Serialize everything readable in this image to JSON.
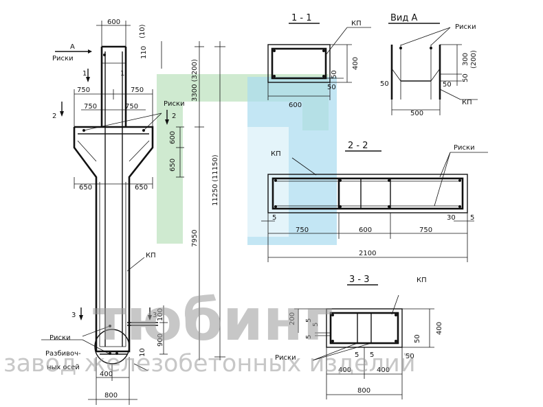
{
  "column": {
    "top_width": "600",
    "view_letter": "А",
    "risks": "Риски",
    "dim_10": "(10)",
    "dim_110": "110",
    "section_1": "1",
    "section_2": "2",
    "section_3": "3",
    "dim_750": "750",
    "dim_650": "650",
    "dim_600": "600",
    "dim_3300": "3300 (3200)",
    "dim_11250": "11250 (11150)",
    "dim_7950": "7950",
    "dim_100": "100",
    "dim_900": "900",
    "dim_10b": "10",
    "dim_400": "400",
    "dim_800": "800",
    "kp": "КП",
    "axis_label_1": "Разбивоч-",
    "axis_label_2": "ных осей"
  },
  "section_1_1": {
    "title": "1 - 1",
    "kp": "КП",
    "dim_400": "400",
    "dim_50": "50",
    "dim_600": "600"
  },
  "view_a": {
    "title": "Вид А",
    "risks": "Риски",
    "dim_300": "300",
    "dim_200": "(200)",
    "dim_50": "50",
    "dim_500": "500",
    "kp": "КП"
  },
  "section_2_2": {
    "title": "2 - 2",
    "kp": "КП",
    "risks": "Риски",
    "dim_5": "5",
    "dim_30": "30",
    "dim_750": "750",
    "dim_600": "600",
    "dim_2100": "2100"
  },
  "section_3_3": {
    "title": "3 - 3",
    "kp": "КП",
    "risks": "Риски",
    "dim_200": "200",
    "dim_5": "5",
    "dim_50": "50",
    "dim_400": "400",
    "dim_800": "800"
  },
  "watermark": {
    "brand": "тюбинг",
    "slogan": "завод железобетонных изделий"
  },
  "colors": {
    "watermark_green": "#bfe3c0",
    "watermark_cyan": "#a9dcef"
  }
}
